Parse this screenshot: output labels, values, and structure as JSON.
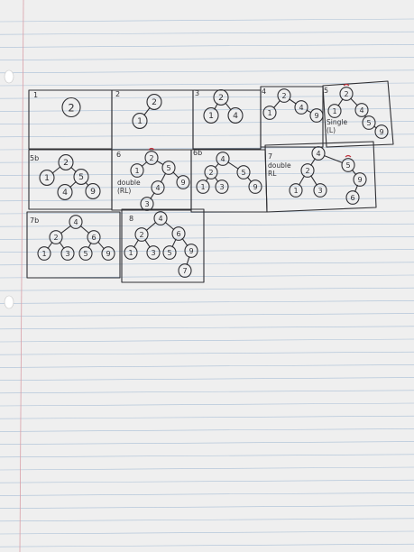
{
  "colors": {
    "ink": "#2f2f33",
    "red_ink": "#c0303a",
    "rule_line": "#a9bfd6",
    "margin_line": "#d9a0a8",
    "paper": "#efefef"
  },
  "panels": [
    {
      "number": "1",
      "note": "",
      "nodes": [
        "2"
      ]
    },
    {
      "number": "2",
      "note": "",
      "nodes": [
        "2",
        "1"
      ]
    },
    {
      "number": "3",
      "note": "",
      "nodes": [
        "2",
        "1",
        "4"
      ]
    },
    {
      "number": "4",
      "note": "",
      "nodes": [
        "2",
        "1",
        "4",
        "9"
      ]
    },
    {
      "number": "5",
      "note": "Single\n(L)",
      "nodes": [
        "2",
        "1",
        "4",
        "5",
        "9"
      ]
    },
    {
      "number": "5b",
      "note": "",
      "nodes": [
        "2",
        "1",
        "5",
        "4",
        "9"
      ]
    },
    {
      "number": "6",
      "note": "double\n(RL)",
      "nodes": [
        "2",
        "1",
        "5",
        "4",
        "9",
        "3"
      ]
    },
    {
      "number": "6b",
      "note": "",
      "nodes": [
        "4",
        "2",
        "1",
        "3",
        "5",
        "9"
      ]
    },
    {
      "number": "7",
      "note": "double\nRL",
      "nodes": [
        "4",
        "2",
        "1",
        "3",
        "5",
        "9",
        "6"
      ]
    },
    {
      "number": "7b",
      "note": "",
      "nodes": [
        "4",
        "2",
        "1",
        "3",
        "6",
        "5",
        "9"
      ]
    },
    {
      "number": "8",
      "note": "",
      "nodes": [
        "4",
        "2",
        "1",
        "3",
        "6",
        "5",
        "9",
        "7"
      ]
    }
  ]
}
